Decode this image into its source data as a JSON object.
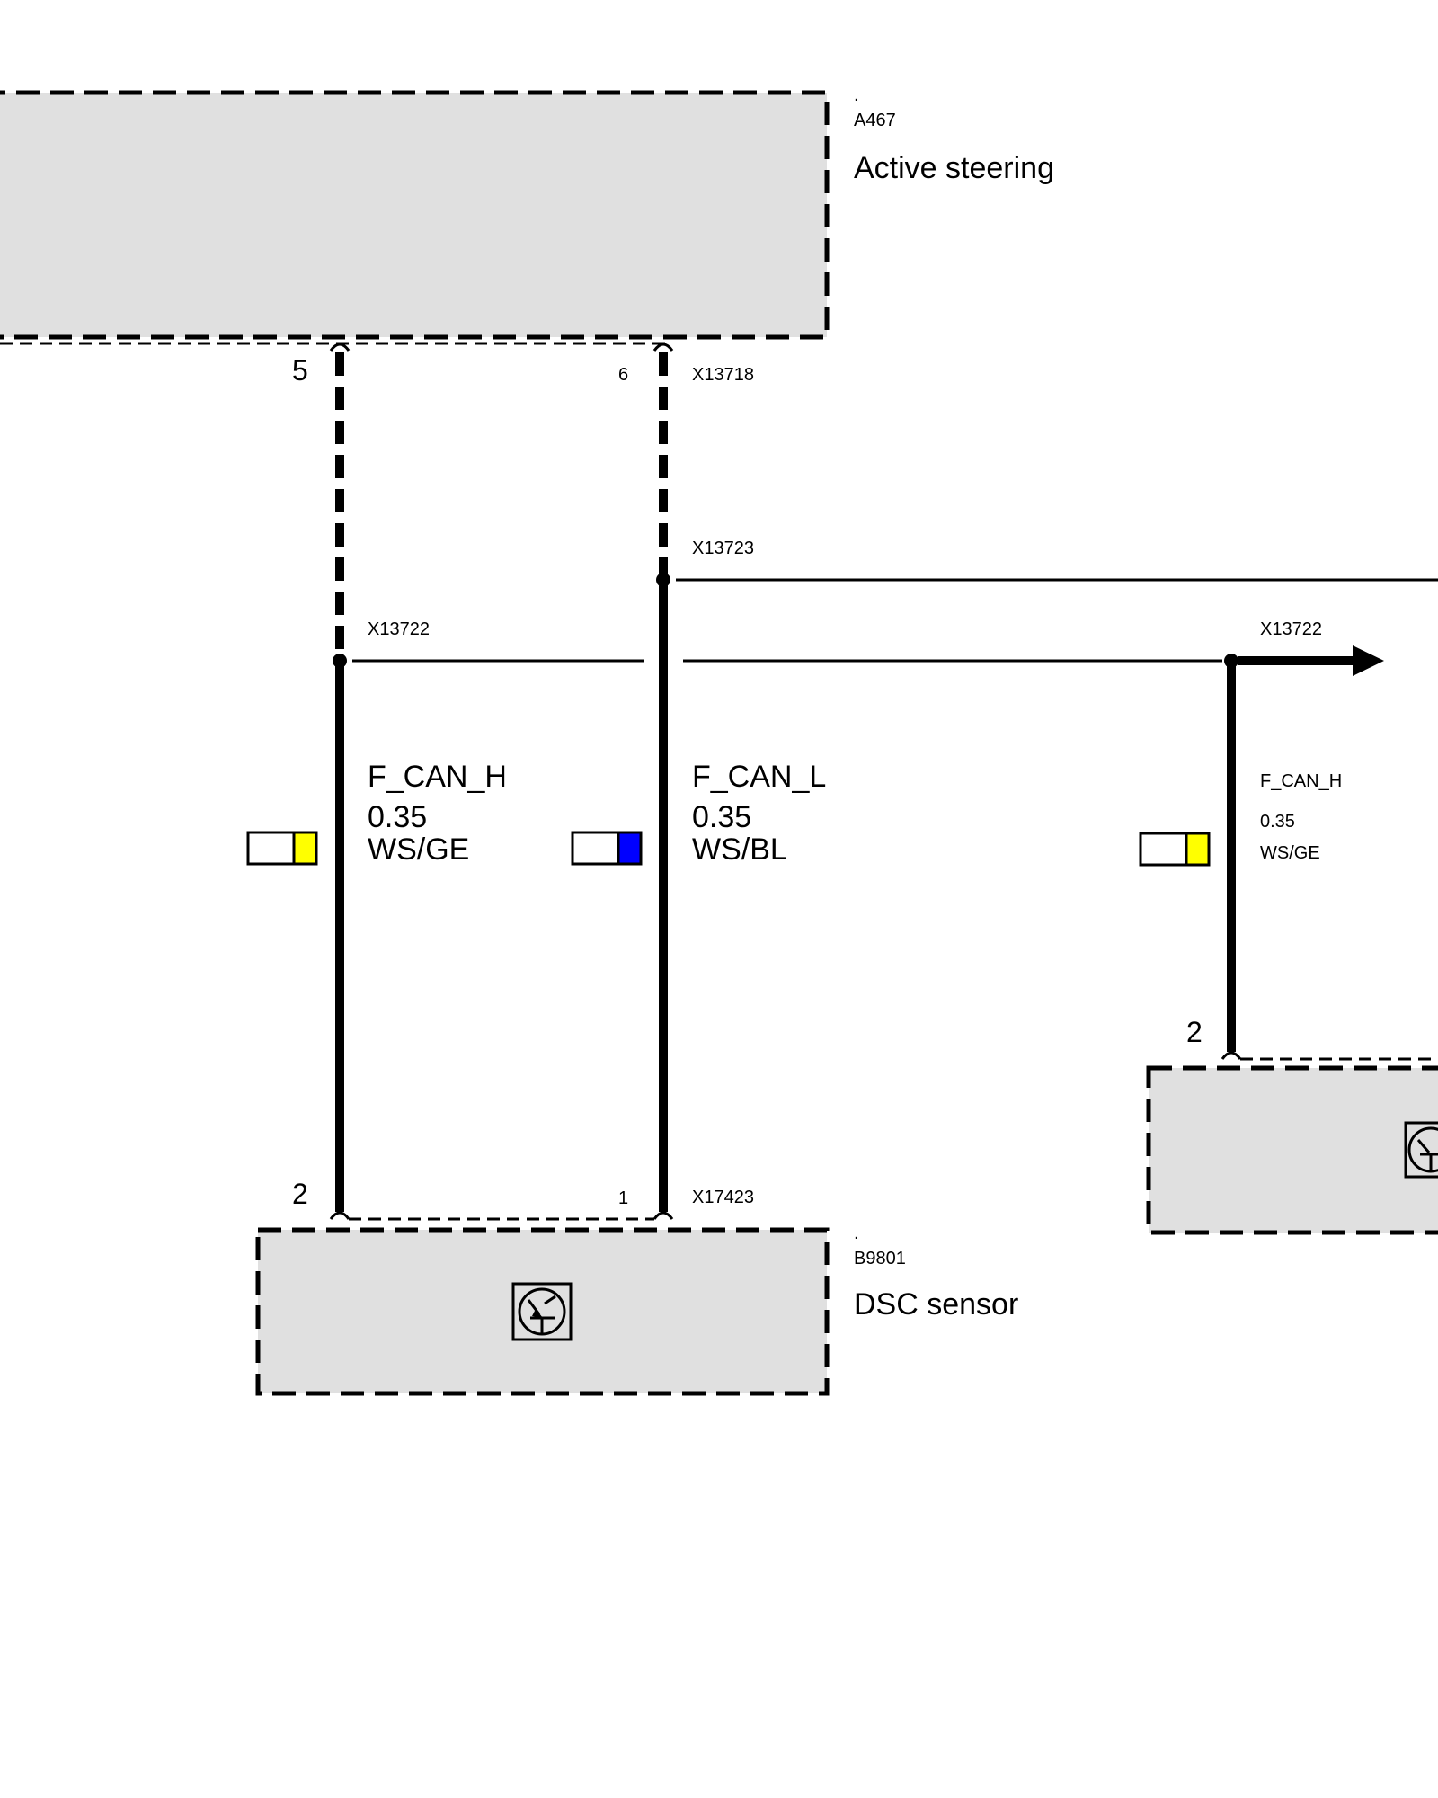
{
  "components": {
    "active_steering": {
      "dot": ".",
      "code": "A467",
      "name": "Active steering",
      "pins": {
        "left": "5",
        "right": "6"
      },
      "connector": "X13718"
    },
    "dsc_sensor": {
      "dot": ".",
      "code": "B9801",
      "name": "DSC sensor",
      "pins": {
        "left": "2",
        "right": "1"
      },
      "connector": "X17423",
      "icon": "sensor-transistor-icon"
    },
    "right_sensor": {
      "pin": "2",
      "icon": "sensor-transistor-icon"
    }
  },
  "splices": {
    "left": "X13722",
    "middle": "X13723",
    "right": "X13722"
  },
  "wires": [
    {
      "signal": "F_CAN_H",
      "gauge": "0.35",
      "color": "WS/GE",
      "swatch_colors": [
        "#ffffff",
        "#ffff00"
      ]
    },
    {
      "signal": "F_CAN_L",
      "gauge": "0.35",
      "color": "WS/BL",
      "swatch_colors": [
        "#ffffff",
        "#0000ff"
      ]
    },
    {
      "signal": "F_CAN_H",
      "gauge": "0.35",
      "color": "WS/GE",
      "swatch_colors": [
        "#ffffff",
        "#ffff00"
      ]
    }
  ]
}
